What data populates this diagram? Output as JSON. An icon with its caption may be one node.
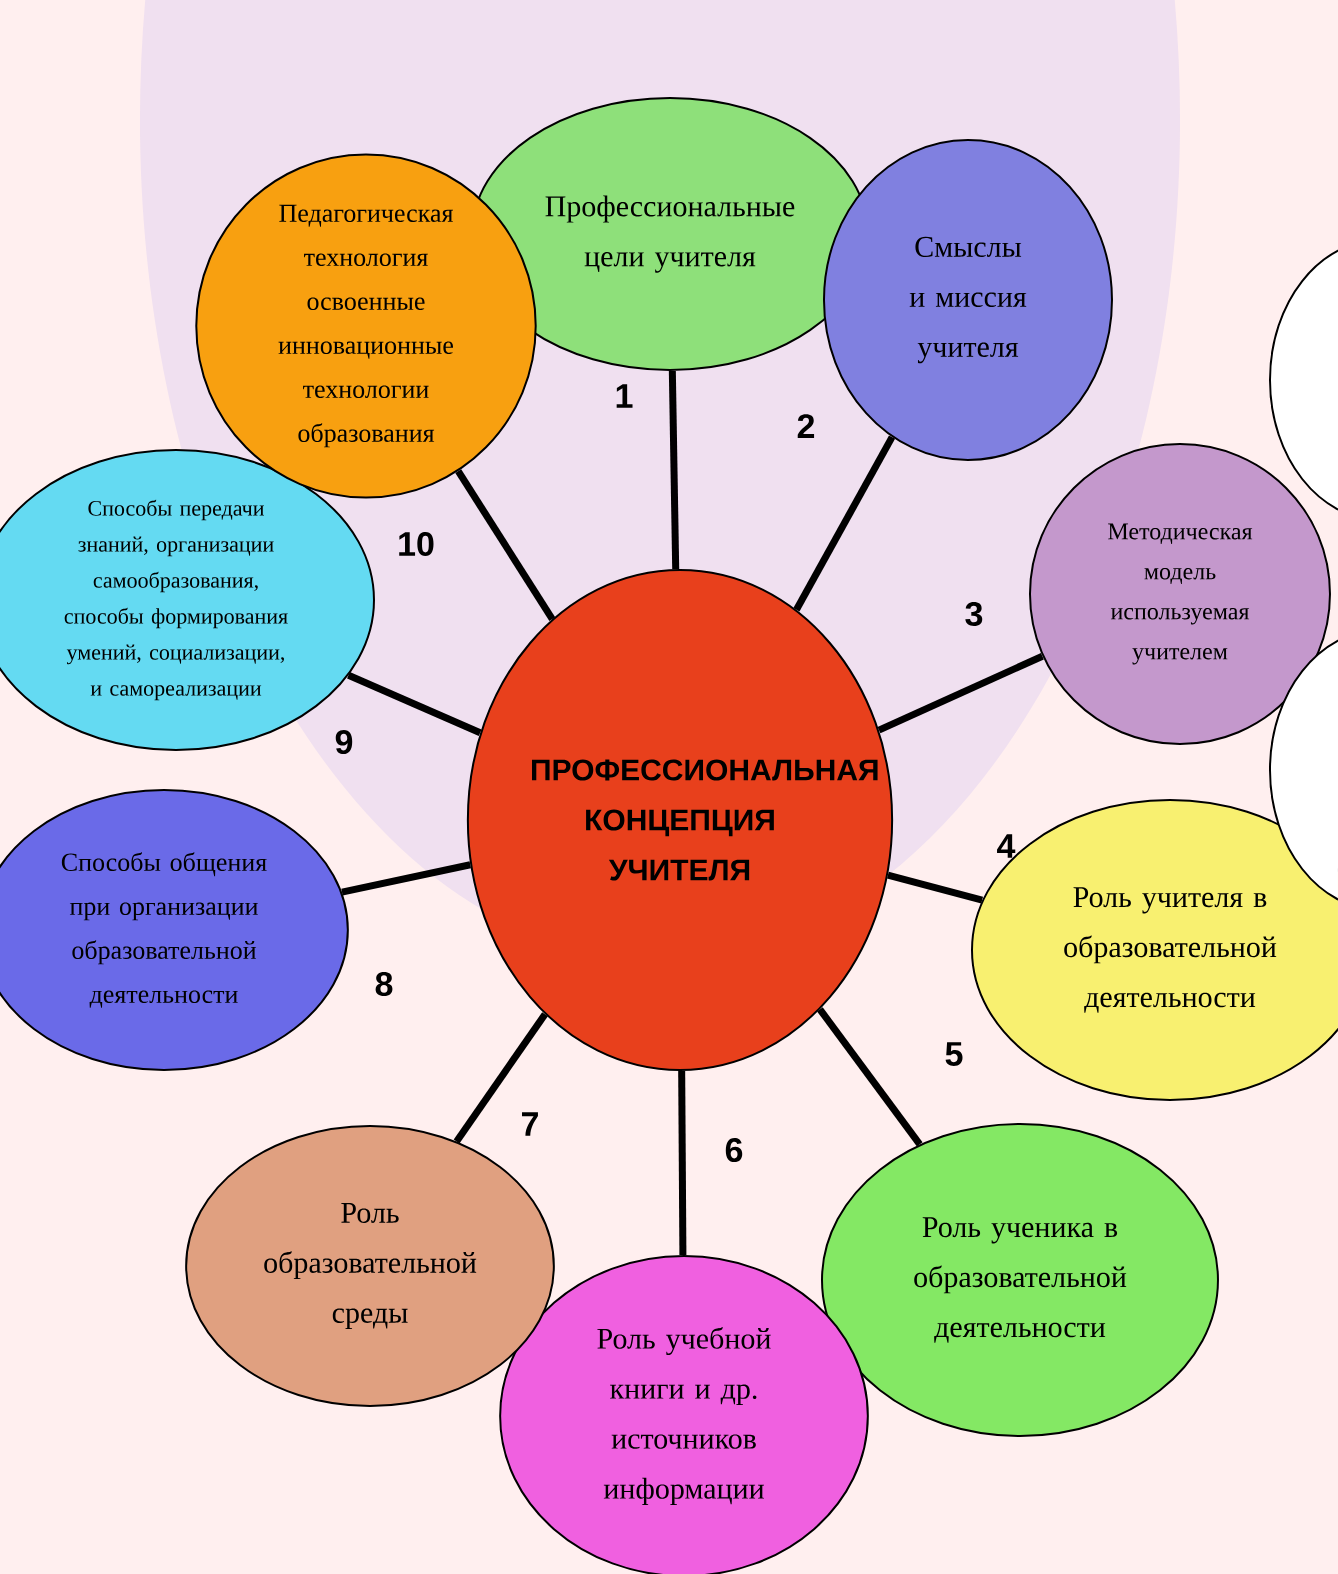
{
  "diagram": {
    "nodes": [
      {
        "text": [
          "ПРОФЕССИОНАЛЬНАЯ КОНЦЕПЦИЯ УЧИТЕЛЯ"
        ]
      },
      {
        "text": [
          "Профессиональные цели учителя"
        ]
      },
      {
        "text": [
          "Смыслы и миссия учителя"
        ]
      },
      {
        "text": [
          "Методическая модель используемая учителем"
        ]
      },
      {
        "text": [
          "Роль учителя в образовательной деятельности"
        ]
      },
      {
        "text": [
          "Роль ученика в образовательной деятельности"
        ]
      },
      {
        "text": [
          "Роль учебной книги и др. источников информации"
        ]
      },
      {
        "text": [
          "Роль образовательной среды"
        ]
      },
      {
        "text": [
          "Способы общения при организации образовательной деятельности"
        ]
      },
      {
        "text": [
          "Способы передачи знаний, организации самообразования, способы формирования умений, социализации, и самореализации"
        ]
      },
      {
        "text": [
          "Педагогическая технология освоенные инновационные технологии образования"
        ]
      },
      {
        "text": [],
        "shape": "circle"
      },
      {
        "text": [],
        "shape": "circle"
      }
    ],
    "edges": [
      {
        "from": 0,
        "to": 1,
        "arrow": "none",
        "label": "1"
      },
      {
        "from": 0,
        "to": 2,
        "arrow": "none",
        "label": "2"
      },
      {
        "from": 0,
        "to": 3,
        "arrow": "none",
        "label": "3"
      },
      {
        "from": 0,
        "to": 4,
        "arrow": "none",
        "label": "4"
      },
      {
        "from": 0,
        "to": 5,
        "arrow": "none",
        "label": "5"
      },
      {
        "from": 0,
        "to": 6,
        "arrow": "none",
        "label": "6"
      },
      {
        "from": 0,
        "to": 7,
        "arrow": "none",
        "label": "7"
      },
      {
        "from": 0,
        "to": 8,
        "arrow": "none",
        "label": "8"
      },
      {
        "from": 0,
        "to": 9,
        "arrow": "none",
        "label": "9"
      },
      {
        "from": 0,
        "to": 10,
        "arrow": "none",
        "label": "10"
      }
    ]
  }
}
